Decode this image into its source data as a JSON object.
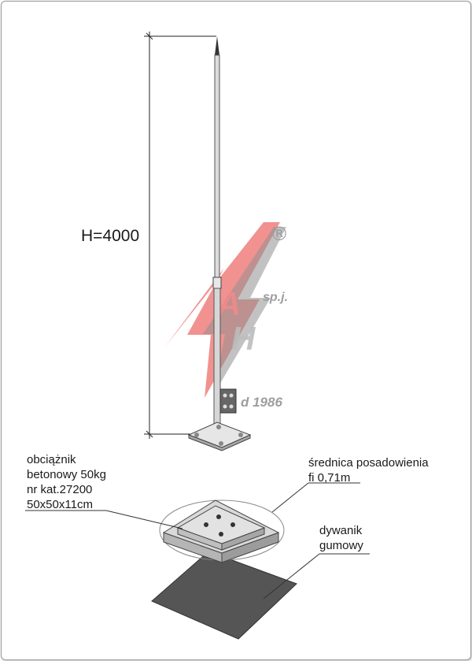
{
  "dimension": {
    "height_label": "H=4000"
  },
  "labels": {
    "ballast": [
      "obciążnik",
      "betonowy 50kg",
      "nr kat.27200",
      "50x50x11cm"
    ],
    "base_diameter": [
      "średnica posadowienia",
      "fi 0,71m"
    ],
    "rubber_mat": [
      "dywanik",
      "gumowy"
    ]
  },
  "logo": {
    "letters": [
      "A",
      "H"
    ],
    "suffix": "sp.j.",
    "registered": "®",
    "since": "d 1986"
  },
  "colors": {
    "logo_red": "#e53935",
    "logo_grey": "#8f8f8f",
    "metal": "#d9d9d9",
    "mat": "#555555",
    "concrete": "#cfcfcf"
  }
}
